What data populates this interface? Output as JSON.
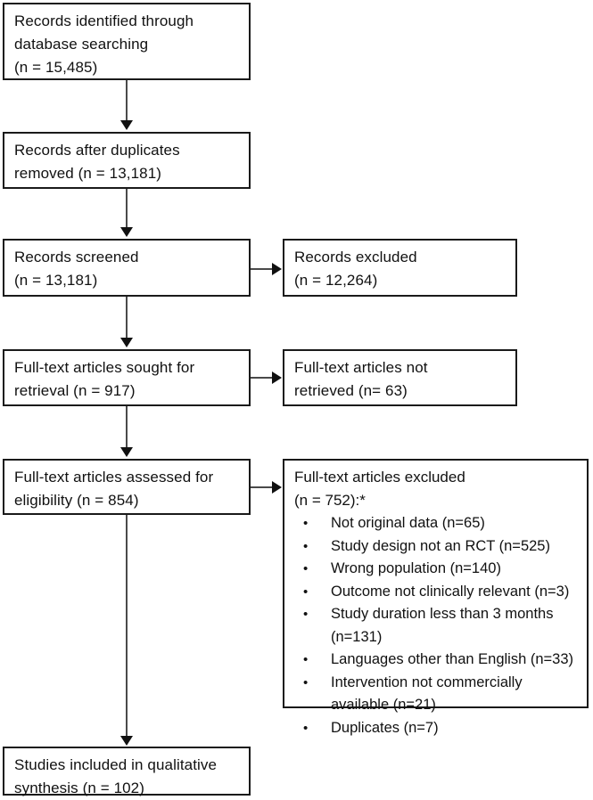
{
  "diagram": {
    "type": "prisma-flow-diagram",
    "nodes": {
      "identified": "Records identified through\ndatabase searching\n(n = 15,485)",
      "after_duplicates": "Records after duplicates\nremoved (n = 13,181)",
      "screened": "Records screened\n(n = 13,181)",
      "records_excluded": "Records excluded\n(n = 12,264)",
      "sought_retrieval": "Full-text articles sought for\nretrieval (n = 917)",
      "not_retrieved": "Full-text articles not\nretrieved (n= 63)",
      "assessed_eligibility": "Full-text articles assessed for\neligibility (n = 854)",
      "fulltext_excluded_head": "Full-text articles excluded\n(n = 752):*",
      "included_qualitative": "Studies included in qualitative\nsynthesis (n = 102)"
    },
    "exclusion_reasons": [
      "Not original data (n=65)",
      "Study design not an RCT (n=525)",
      "Wrong population (n=140)",
      "Outcome not clinically relevant (n=3)",
      "Study duration less than 3 months (n=131)",
      "Languages other than English (n=33)",
      "Intervention not commercially available (n=21)",
      "Duplicates (n=7)"
    ],
    "bullet_glyph": "•",
    "counts": {
      "identified": 15485,
      "after_duplicates": 13181,
      "screened": 13181,
      "records_excluded": 12264,
      "sought_retrieval": 917,
      "not_retrieved": 63,
      "assessed_eligibility": 854,
      "fulltext_excluded": 752,
      "included_qualitative": 102,
      "reason_counts": [
        65,
        525,
        140,
        3,
        131,
        33,
        21,
        7
      ]
    },
    "colors": {
      "border": "#1a1a1a",
      "connector": "#4a4a4a",
      "text": "#111111",
      "background": "#ffffff"
    }
  }
}
